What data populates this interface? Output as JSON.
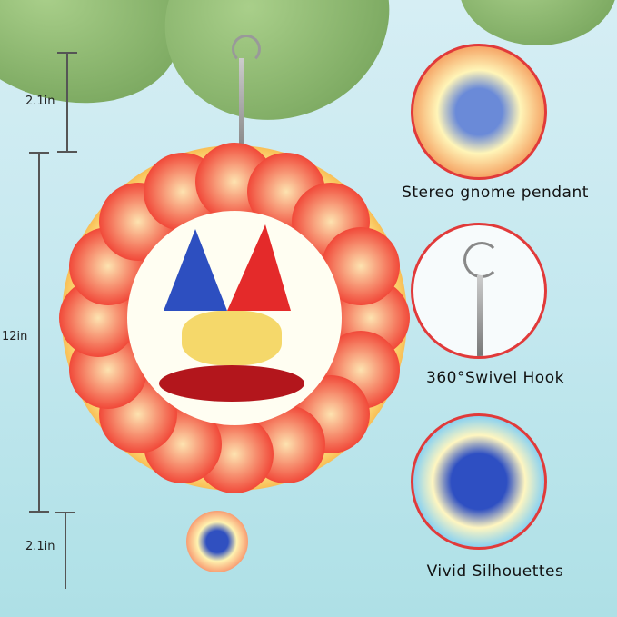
{
  "dimensions": {
    "top_hook": "2.1in",
    "spinner": "12in",
    "bottom_pendant": "2.1in"
  },
  "features": [
    {
      "caption": "Stereo gnome pendant"
    },
    {
      "caption": "360°Swivel Hook"
    },
    {
      "caption": "Vivid Silhouettes"
    }
  ],
  "colors": {
    "accent_ring": "#e13a3a",
    "background": "#c4e8ef"
  }
}
